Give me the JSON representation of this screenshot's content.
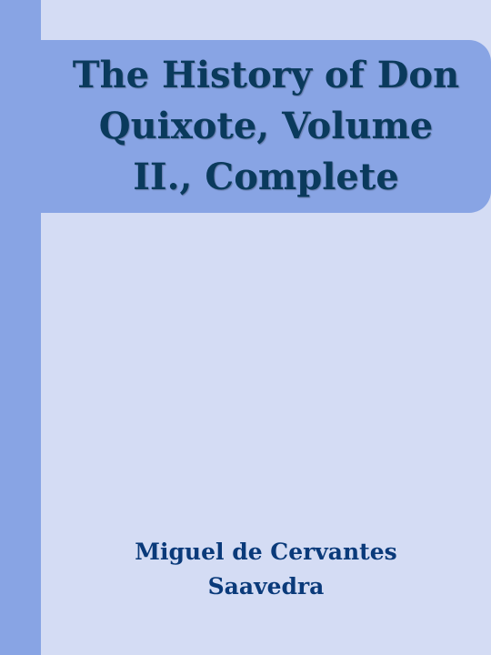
{
  "cover": {
    "title_lines": [
      "The History of Don",
      "Quixote, Volume",
      "II., Complete"
    ],
    "author_lines": [
      "Miguel de Cervantes",
      "Saavedra"
    ]
  },
  "colors": {
    "background": "#d4dcf4",
    "accent_band": "#88a4e4",
    "title_text": "#0a3a5c",
    "author_text": "#0a3a7a"
  }
}
